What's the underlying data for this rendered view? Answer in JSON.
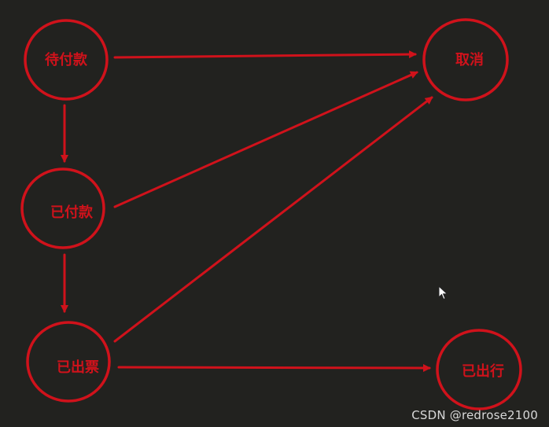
{
  "colors": {
    "background": "#22221f",
    "stroke": "#d0121b",
    "label": "#d0121b",
    "watermark": "#d8d8d8"
  },
  "nodes": [
    {
      "id": "pending-payment",
      "label": "待付款"
    },
    {
      "id": "cancelled",
      "label": "取消"
    },
    {
      "id": "paid",
      "label": "已付款"
    },
    {
      "id": "ticketed",
      "label": "已出票"
    },
    {
      "id": "departed",
      "label": "已出行"
    }
  ],
  "edges": [
    {
      "from": "pending-payment",
      "to": "cancelled"
    },
    {
      "from": "pending-payment",
      "to": "paid"
    },
    {
      "from": "paid",
      "to": "cancelled"
    },
    {
      "from": "paid",
      "to": "ticketed"
    },
    {
      "from": "ticketed",
      "to": "cancelled"
    },
    {
      "from": "ticketed",
      "to": "departed"
    }
  ],
  "watermark": "CSDN @redrose2100",
  "cursor_icon": "mouse-pointer-icon"
}
